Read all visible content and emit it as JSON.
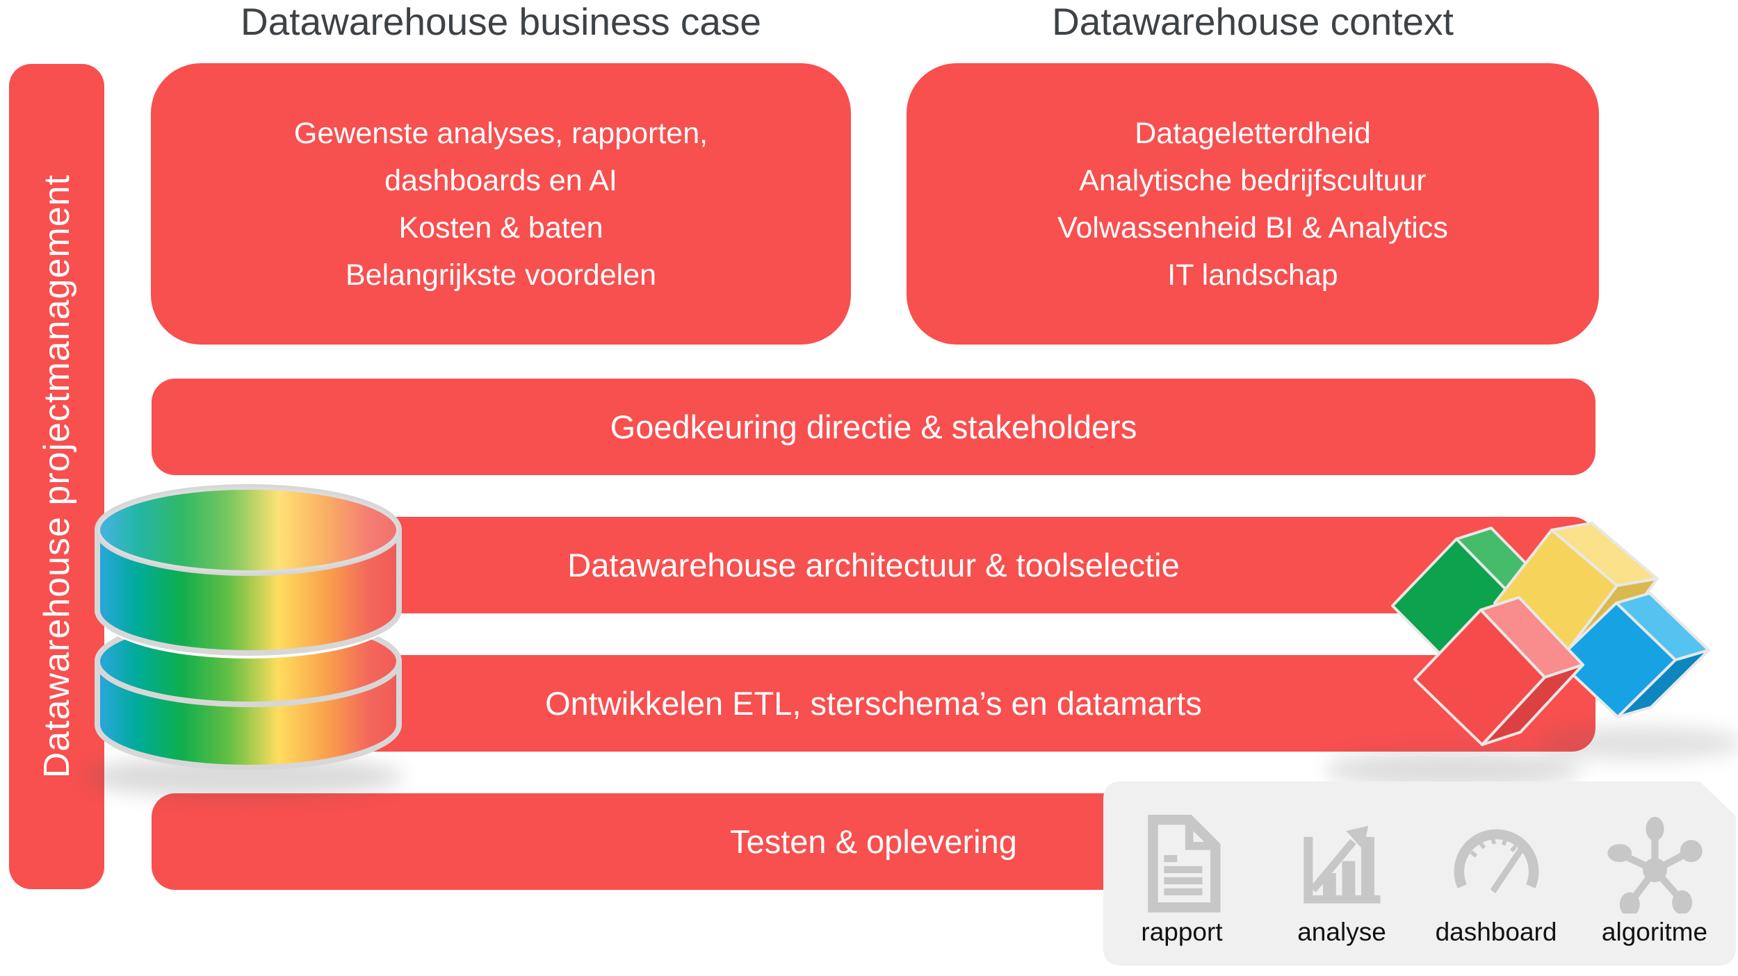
{
  "titles": {
    "business_case": "Datawarehouse business case",
    "context": "Datawarehouse context"
  },
  "sidebar": {
    "label": "Datawarehouse projectmanagement"
  },
  "business_case_box": {
    "lines": [
      "Gewenste analyses, rapporten,",
      "dashboards en AI",
      "Kosten & baten",
      "Belangrijkste voordelen"
    ]
  },
  "context_box": {
    "lines": [
      "Datageletterdheid",
      "Analytische bedrijfscultuur",
      "Volwassenheid BI & Analytics",
      "IT landschap"
    ]
  },
  "banners": {
    "approval": "Goedkeuring directie & stakeholders",
    "architecture": "Datawarehouse architectuur & toolselectie",
    "development": "Ontwikkelen ETL, sterschema’s en datamarts",
    "testing": "Testen & oplevering"
  },
  "output_panel": {
    "items": [
      {
        "icon": "rapport-icon",
        "label": "rapport"
      },
      {
        "icon": "analyse-icon",
        "label": "analyse"
      },
      {
        "icon": "dashboard-icon",
        "label": "dashboard"
      },
      {
        "icon": "algoritme-icon",
        "label": "algoritme"
      }
    ]
  },
  "illustrations": {
    "database": "rainbow-database-cylinder",
    "cubes": "colored-3d-cubes"
  },
  "colors": {
    "accent_red": "#f84f4f",
    "title_gray": "#3d4247",
    "panel_gray": "#f0f0f0",
    "icon_gray": "#c7c7c7",
    "cube_green": "#0da24d",
    "cube_yellow": "#f6d45c",
    "cube_red": "#f64b4b",
    "cube_blue": "#17a3e3"
  }
}
